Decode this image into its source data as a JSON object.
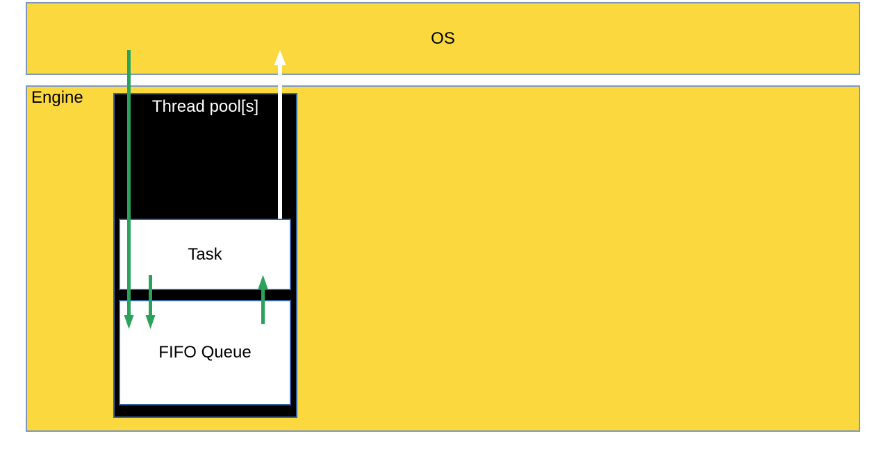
{
  "diagram": {
    "os_box": {
      "label": "OS"
    },
    "engine_box": {
      "label": "Engine"
    },
    "thread_pool_box": {
      "label": "Thread pool[s]"
    },
    "task_box": {
      "label": "Task"
    },
    "fifo_queue_box": {
      "label": "FIFO Queue"
    },
    "arrows": [
      {
        "name": "os-to-fifo-queue-arrow",
        "direction": "down",
        "color": "#2ba25c"
      },
      {
        "name": "task-to-fifo-queue-arrow",
        "direction": "down",
        "color": "#2ba25c"
      },
      {
        "name": "fifo-queue-to-task-arrow",
        "direction": "up",
        "color": "#2ba25c"
      },
      {
        "name": "task-to-os-arrow",
        "direction": "up",
        "color": "#ffffff"
      }
    ],
    "colors": {
      "box_fill": "#fbd93e",
      "outer_border": "#7c98c0",
      "inner_border": "#3465a4",
      "thread_pool_fill": "#000000",
      "thread_pool_text": "#ffffff",
      "text": "#000000",
      "green_arrow": "#2ba25c",
      "white_arrow": "#ffffff"
    }
  }
}
